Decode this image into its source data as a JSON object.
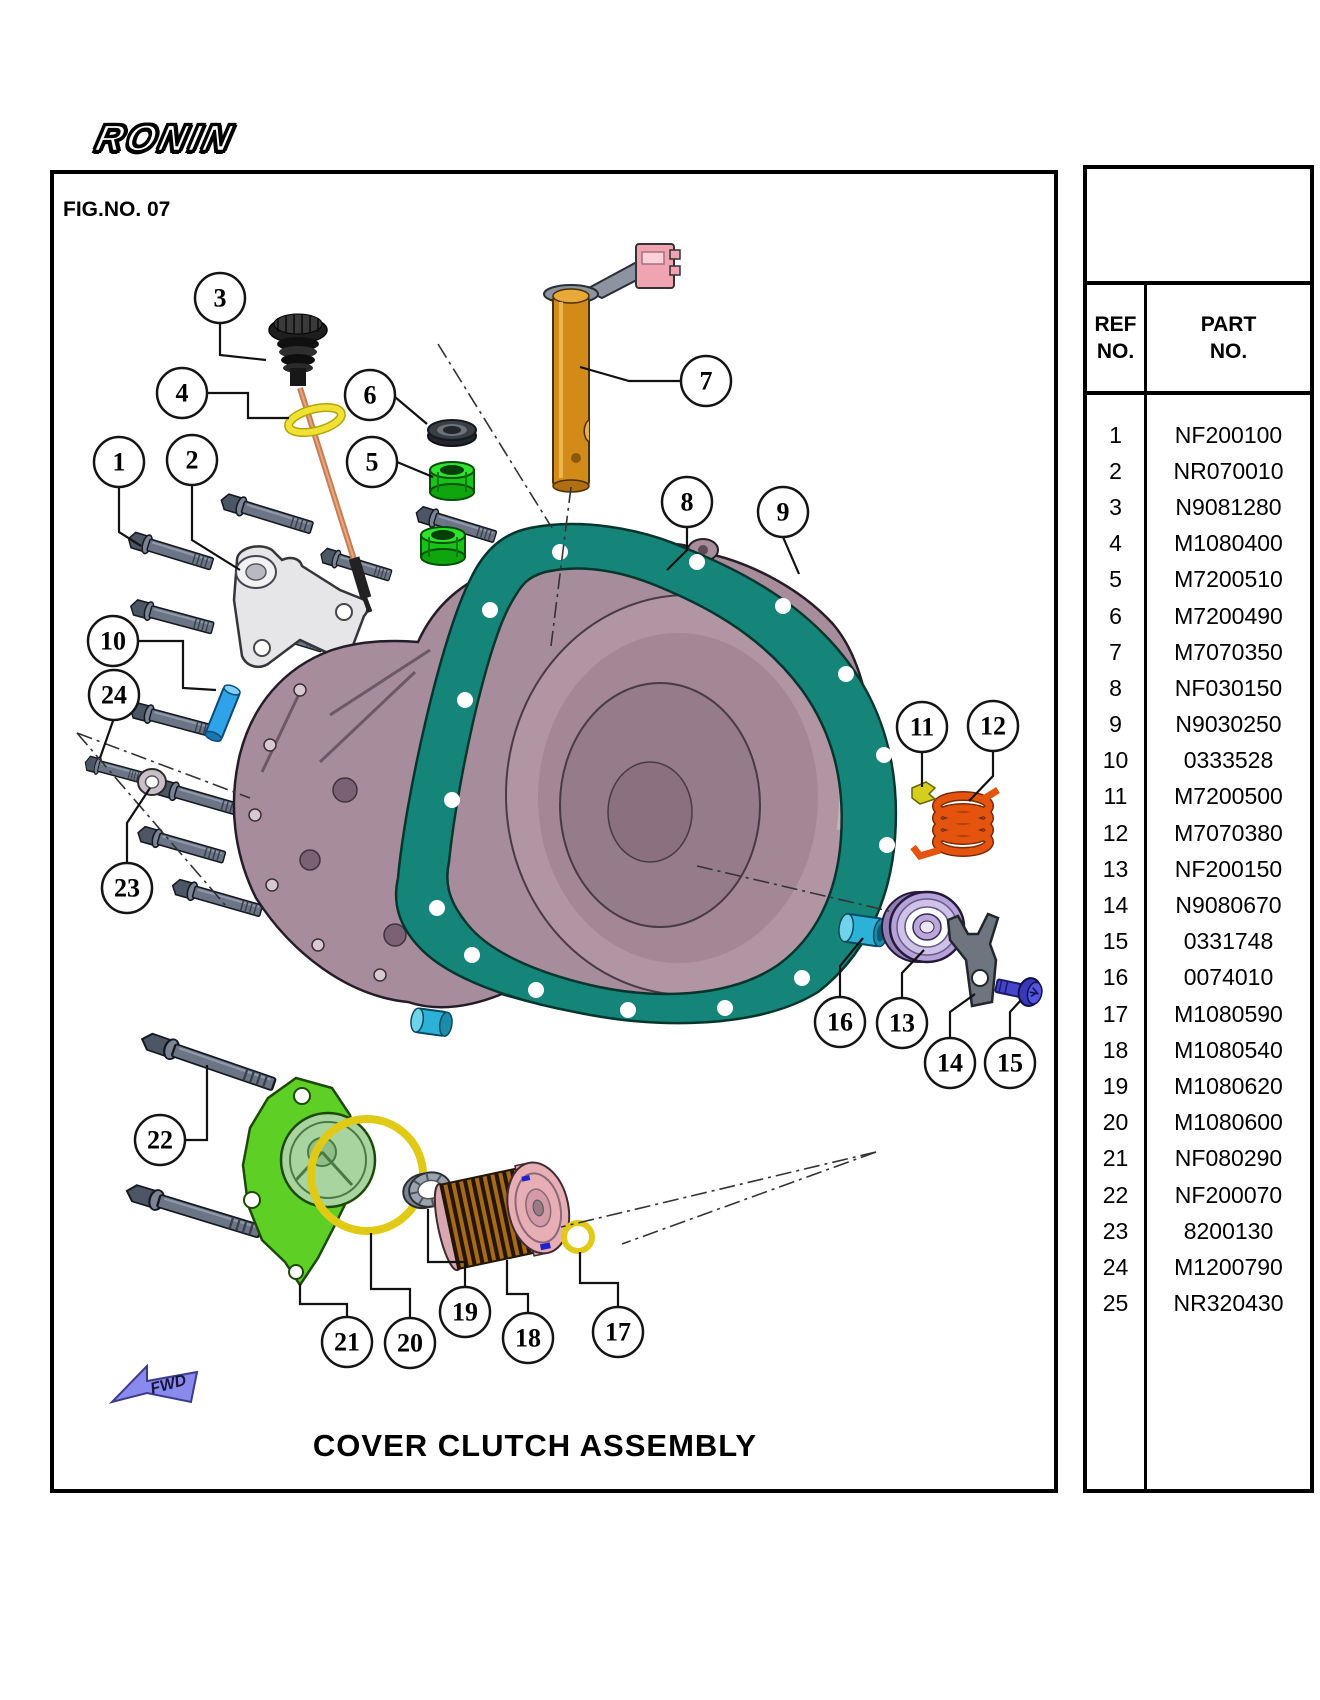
{
  "brand_logo": "RONIN",
  "fig_label": "FIG.NO. 07",
  "title": "COVER CLUTCH ASSEMBLY",
  "fwd_label": "FWD",
  "table": {
    "headers": {
      "ref_line1": "REF",
      "ref_line2": "NO.",
      "part_line1": "PART",
      "part_line2": "NO."
    },
    "parts": [
      {
        "ref": "1",
        "part_no": "NF200100"
      },
      {
        "ref": "2",
        "part_no": "NR070010"
      },
      {
        "ref": "3",
        "part_no": "N9081280"
      },
      {
        "ref": "4",
        "part_no": "M1080400"
      },
      {
        "ref": "5",
        "part_no": "M7200510"
      },
      {
        "ref": "6",
        "part_no": "M7200490"
      },
      {
        "ref": "7",
        "part_no": "M7070350"
      },
      {
        "ref": "8",
        "part_no": "NF030150"
      },
      {
        "ref": "9",
        "part_no": "N9030250"
      },
      {
        "ref": "10",
        "part_no": "0333528"
      },
      {
        "ref": "11",
        "part_no": "M7200500"
      },
      {
        "ref": "12",
        "part_no": "M7070380"
      },
      {
        "ref": "13",
        "part_no": "NF200150"
      },
      {
        "ref": "14",
        "part_no": "N9080670"
      },
      {
        "ref": "15",
        "part_no": "0331748"
      },
      {
        "ref": "16",
        "part_no": "0074010"
      },
      {
        "ref": "17",
        "part_no": "M1080590"
      },
      {
        "ref": "18",
        "part_no": "M1080540"
      },
      {
        "ref": "19",
        "part_no": "M1080620"
      },
      {
        "ref": "20",
        "part_no": "M1080600"
      },
      {
        "ref": "21",
        "part_no": "NF080290"
      },
      {
        "ref": "22",
        "part_no": "NF200070"
      },
      {
        "ref": "23",
        "part_no": "8200130"
      },
      {
        "ref": "24",
        "part_no": "M1200790"
      },
      {
        "ref": "25",
        "part_no": "NR320430"
      }
    ]
  },
  "callouts": [
    "1",
    "2",
    "3",
    "4",
    "5",
    "6",
    "7",
    "8",
    "9",
    "10",
    "11",
    "12",
    "13",
    "14",
    "15",
    "16",
    "17",
    "18",
    "19",
    "20",
    "21",
    "22",
    "23",
    "24"
  ],
  "colors": {
    "housing_mauve": "#a78d9c",
    "gasket_teal": "#15857a",
    "cover_green": "#5ecf25",
    "filter_pink": "#e7aeb6",
    "pipe_orange": "#d28a18",
    "spring_orange": "#e4540e",
    "oring_yellow": "#e0ca16",
    "bushing_cyan": "#2cb2d8",
    "pin_blue": "#2ea3e8",
    "bearing_lavender": "#b4a2d8",
    "bolt_blue": "#4444cc",
    "nut_green": "#17c317",
    "fwd_arrow": "#8a8aee"
  }
}
